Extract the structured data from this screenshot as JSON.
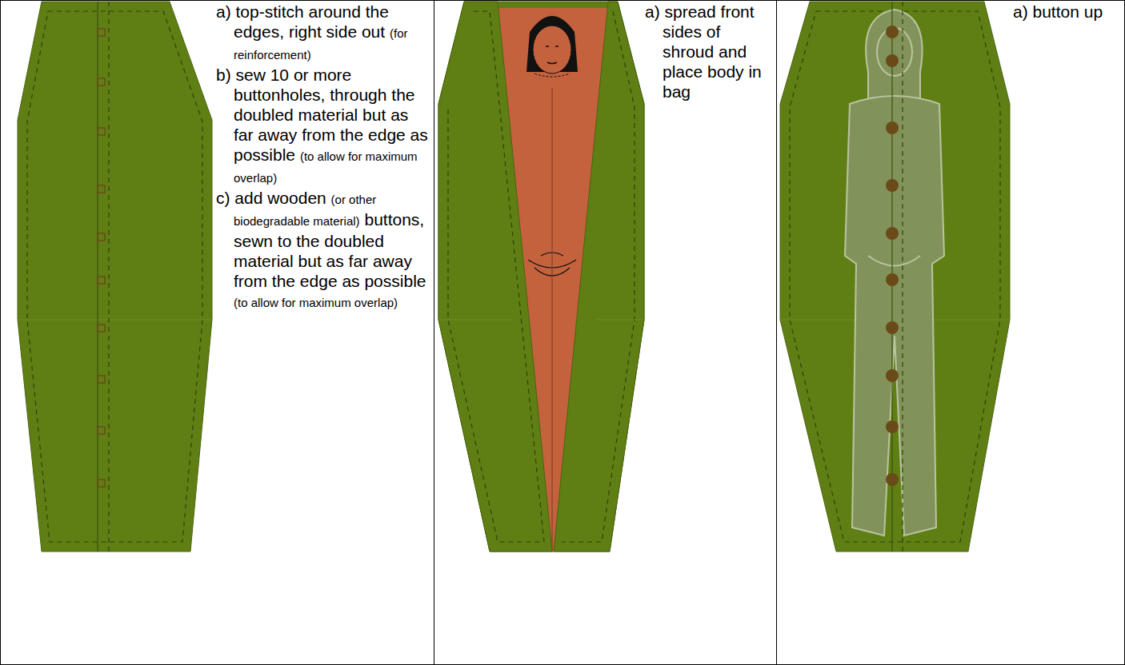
{
  "diagram": {
    "labels": [
      "a) top-stitch around the edges, right side out",
      "(for reinforcement)",
      "b) sew 10 or more buttonholes, through the doubled material but as far away from the edge as possible",
      "(to allow for maximum overlap)",
      "c) add wooden",
      "(or other biodegradable material)",
      "buttons, sewn to the doubled material but as far away from the edge as possible",
      "(to allow for maximum overlap)",
      "a) spread front sides of shroud and place body in bag",
      "a) button up"
    ]
  }
}
